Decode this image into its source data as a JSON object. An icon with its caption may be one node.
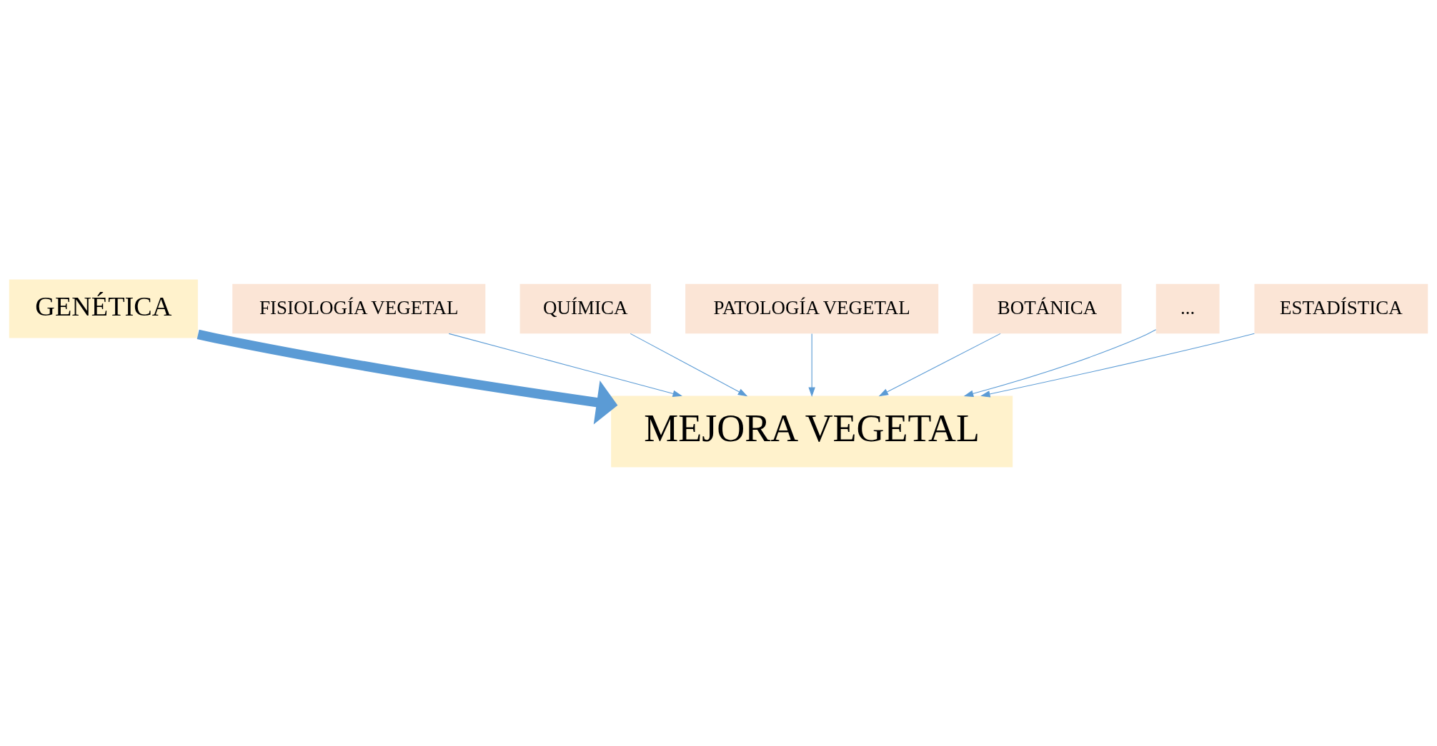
{
  "diagram": {
    "nodes": [
      {
        "text": [
          "GENÉTICA"
        ]
      },
      {
        "text": [
          "MEJORA VEGETAL"
        ]
      },
      {
        "text": [
          "FISIOLOGÍA VEGETAL"
        ]
      },
      {
        "text": [
          "QUÍMICA"
        ]
      },
      {
        "text": [
          "PATOLOGÍA VEGETAL"
        ]
      },
      {
        "text": [
          "BOTÁNICA"
        ]
      },
      {
        "text": [
          "..."
        ]
      },
      {
        "text": [
          "ESTADÍSTICA"
        ]
      }
    ],
    "edges": [
      {
        "from": 0,
        "to": 1,
        "arrow": "to",
        "style": "thick"
      },
      {
        "from": 2,
        "to": 1,
        "arrow": "to"
      },
      {
        "from": 3,
        "to": 1,
        "arrow": "to"
      },
      {
        "from": 4,
        "to": 1,
        "arrow": "to"
      },
      {
        "from": 7,
        "to": 1,
        "arrow": "to"
      },
      {
        "from": 5,
        "to": 1,
        "arrow": "to"
      },
      {
        "from": 6,
        "to": 1,
        "arrow": "to"
      }
    ]
  }
}
